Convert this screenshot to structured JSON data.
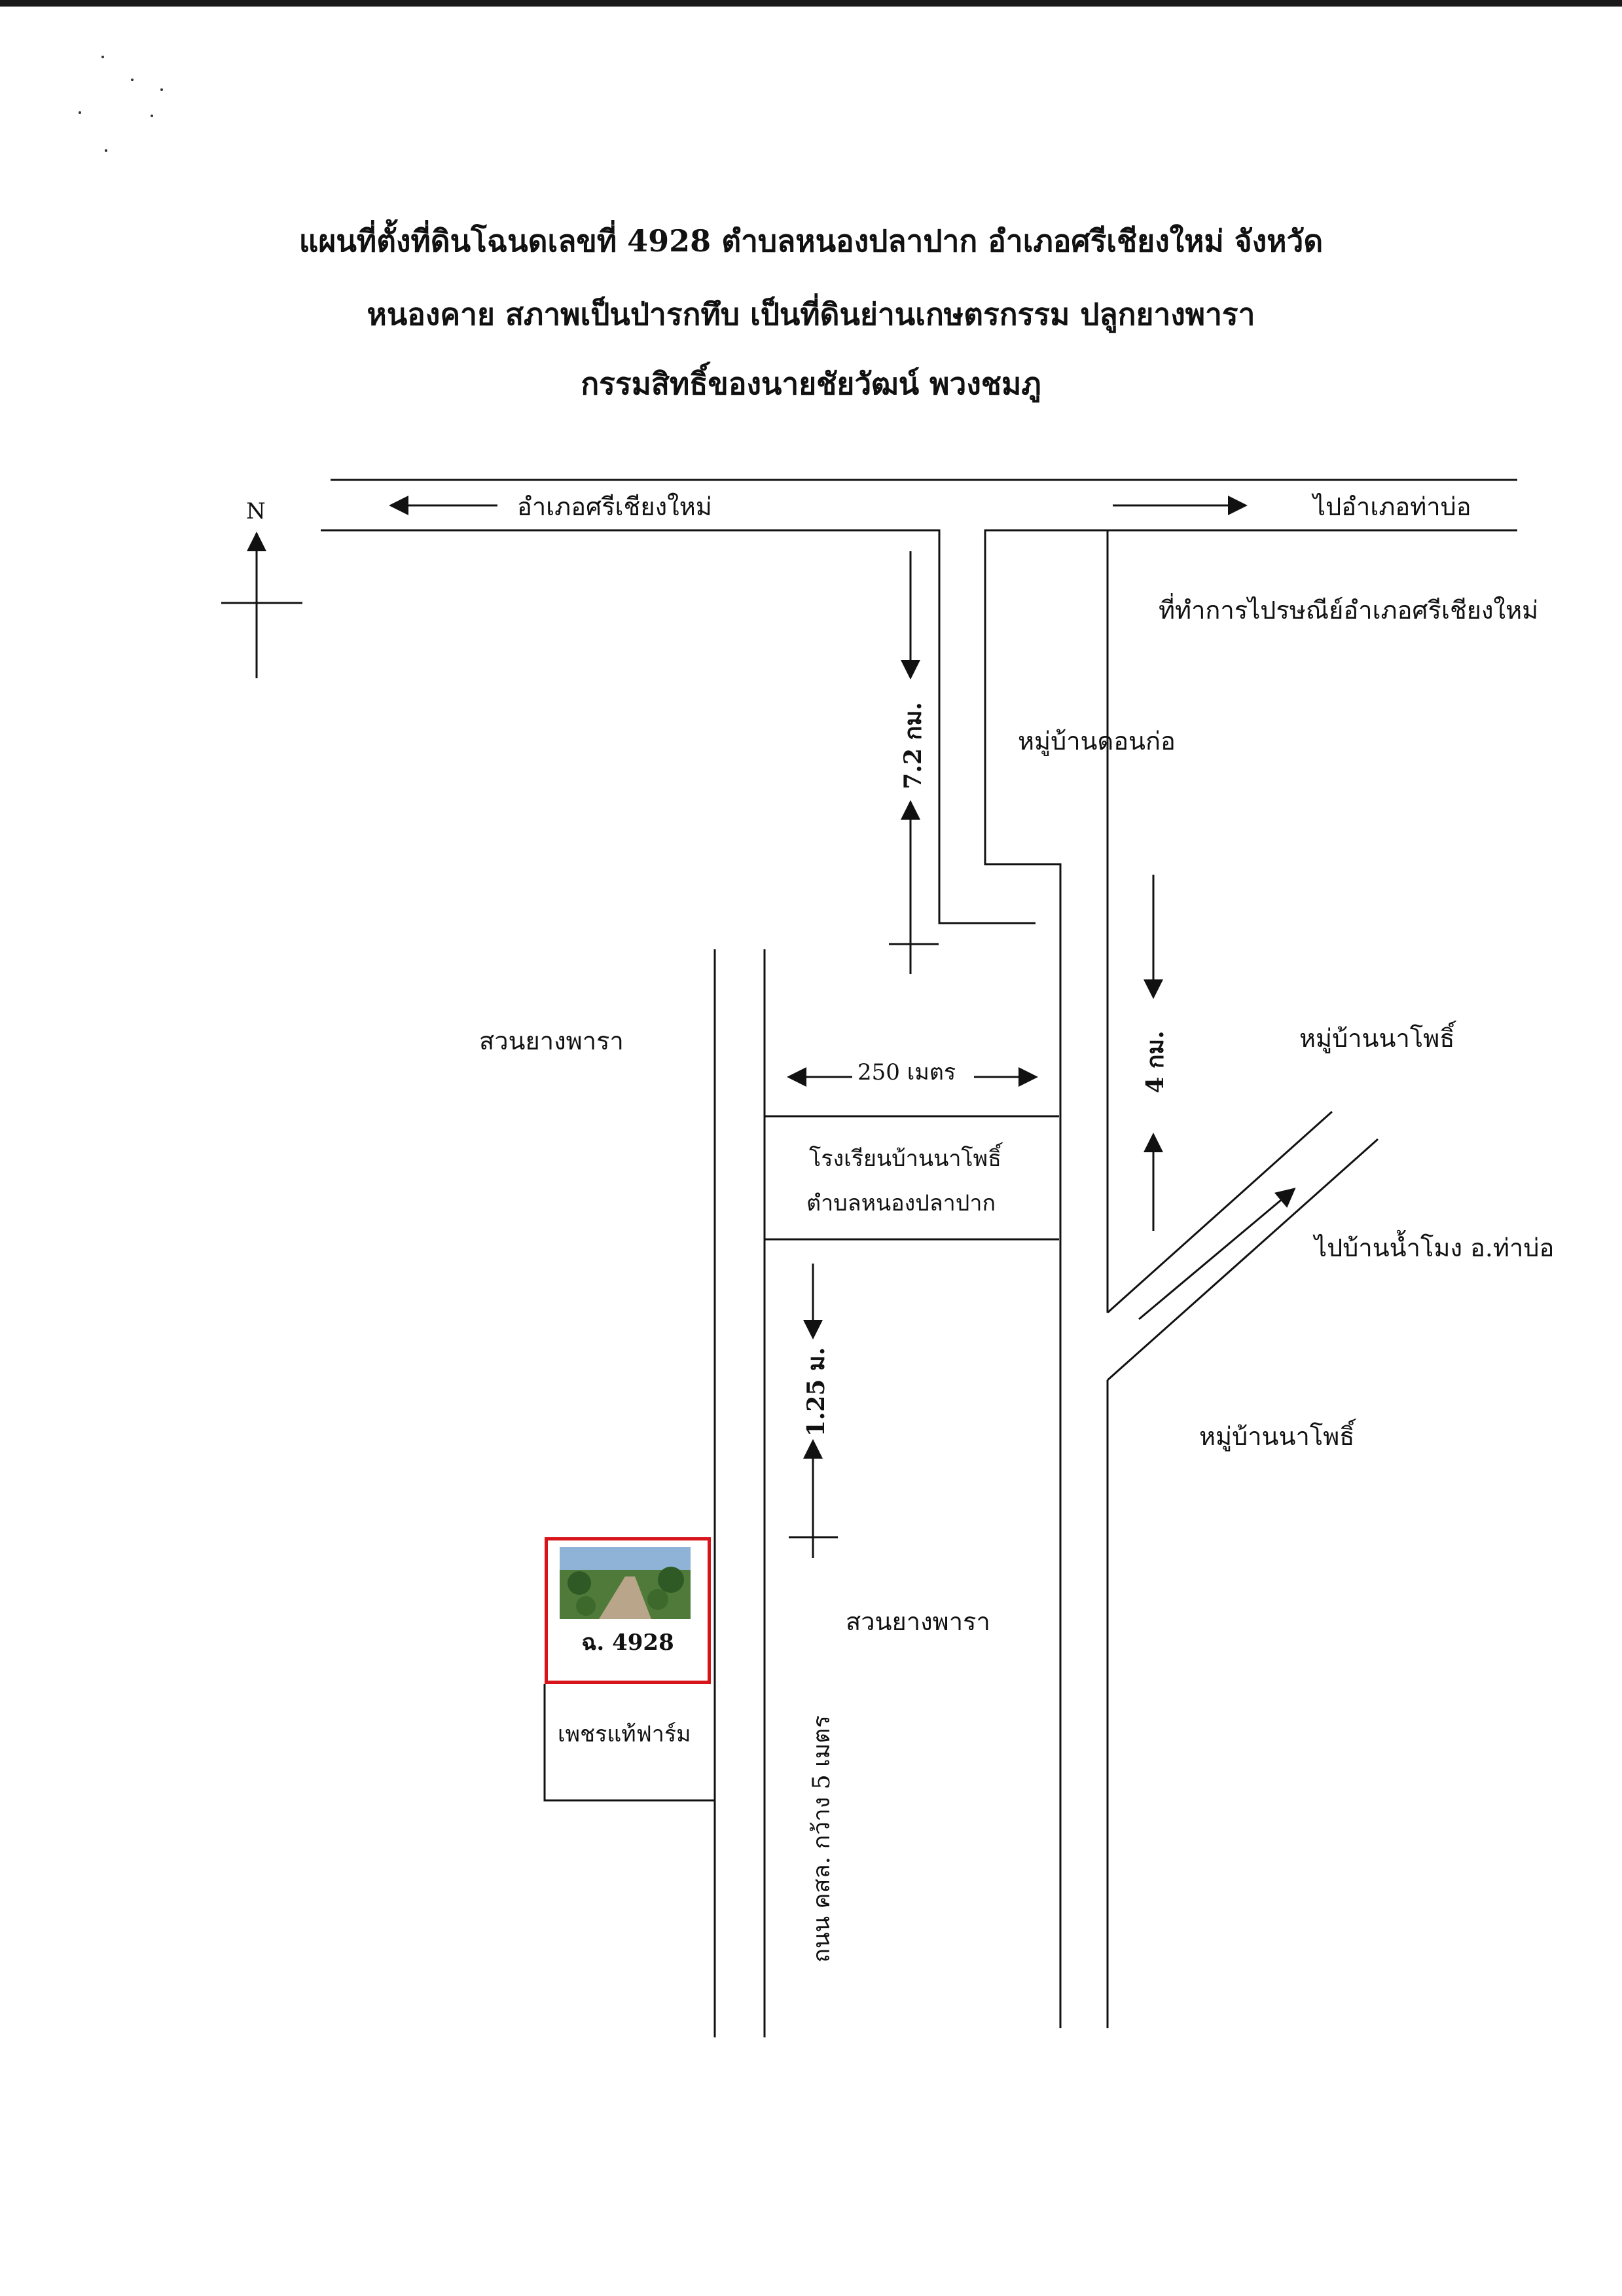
{
  "title": {
    "line1": "แผนที่ตั้งที่ดินโฉนดเลขที่ 4928 ตำบลหนองปลาปาก อำเภอศรีเชียงใหม่ จังหวัด",
    "line2": "หนองคาย สภาพเป็นป่ารกทึบ เป็นที่ดินย่านเกษตรกรรม ปลูกยางพารา",
    "line3": "กรรมสิทธิ์ของนายชัยวัฒน์ พวงชมภู"
  },
  "compass": {
    "north_label": "N"
  },
  "road_labels": {
    "to_sri_chiang_mai": "อำเภอศรีเชียงใหม่",
    "to_tha_bo": "ไปอำเภอท่าบ่อ",
    "to_ban_nam_mong": "ไปบ้านน้ำโมง อ.ท่าบ่อ",
    "feeder_road": "ถนน คสล. กว้าง 5 เมตร"
  },
  "places": {
    "post_office": "ที่ทำการไปรษณีย์อำเภอศรีเชียงใหม่",
    "village_don_kor": "หมู่บ้านดอนก่อ",
    "village_na_pho_1": "หมู่บ้านนาโพธิ์",
    "village_na_pho_2": "หมู่บ้านนาโพธิ์",
    "rubber_west": "สวนยางพารา",
    "rubber_center": "สวนยางพารา",
    "school_line1": "โรงเรียนบ้านนาโพธิ์",
    "school_line2": "ตำบลหนองปลาปาก",
    "farm": "เพชรแท้ฟาร์ม"
  },
  "distances": {
    "main_segment": "7.2 กม.",
    "east_segment": "4 กม.",
    "school_width": "250 เมตร",
    "feeder_segment": "1.25 ม."
  },
  "plot": {
    "label": "ฉ. 4928",
    "border_color": "#d8141b"
  }
}
